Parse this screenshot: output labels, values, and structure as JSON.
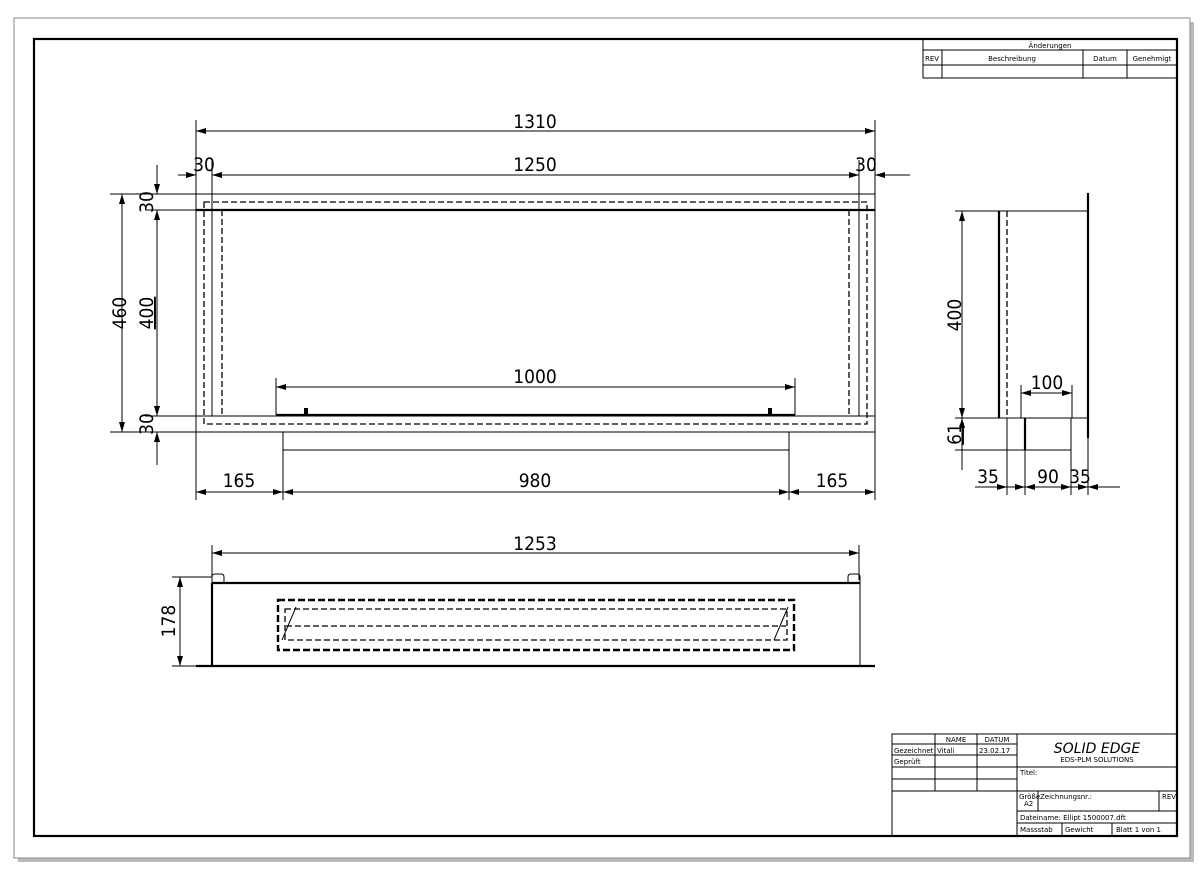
{
  "revisions": {
    "title": "Änderungen",
    "headers": [
      "REV",
      "Beschreibung",
      "Datum",
      "Genehmigt"
    ]
  },
  "front_view": {
    "overall_width": "1310",
    "inner_width": "1250",
    "left_margin": "30",
    "right_margin": "30",
    "overall_height": "460",
    "inner_height": "400",
    "top_margin": "30",
    "bottom_margin": "30",
    "burner_length": "1000",
    "left_offset": "165",
    "burner_box_width": "980",
    "right_offset": "165"
  },
  "bottom_view": {
    "width": "1253",
    "height": "178"
  },
  "side_view": {
    "height": "400",
    "box_height": "61",
    "box_depth": "100",
    "left_gap": "35",
    "box_width": "90",
    "right_gap": "35"
  },
  "title_block": {
    "col_name": "NAME",
    "col_date": "DATUM",
    "row_drawn": "Gezeichnet",
    "drawn_name": "Vitali",
    "drawn_date": "23.02.17",
    "row_checked": "Geprüft",
    "logo": "SOLID EDGE",
    "logo_sub": "EDS-PLM SOLUTIONS",
    "title_label": "Titel:",
    "size_label": "Größe",
    "size_value": "A2",
    "drawing_no_label": "Zeichnungsnr.:",
    "rev_label": "REV",
    "filename": "Dateiname: Ellipt 1500007.dft",
    "scale_label": "Massstab",
    "weight_label": "Gewicht",
    "sheet_label": "Blatt 1 von 1"
  }
}
